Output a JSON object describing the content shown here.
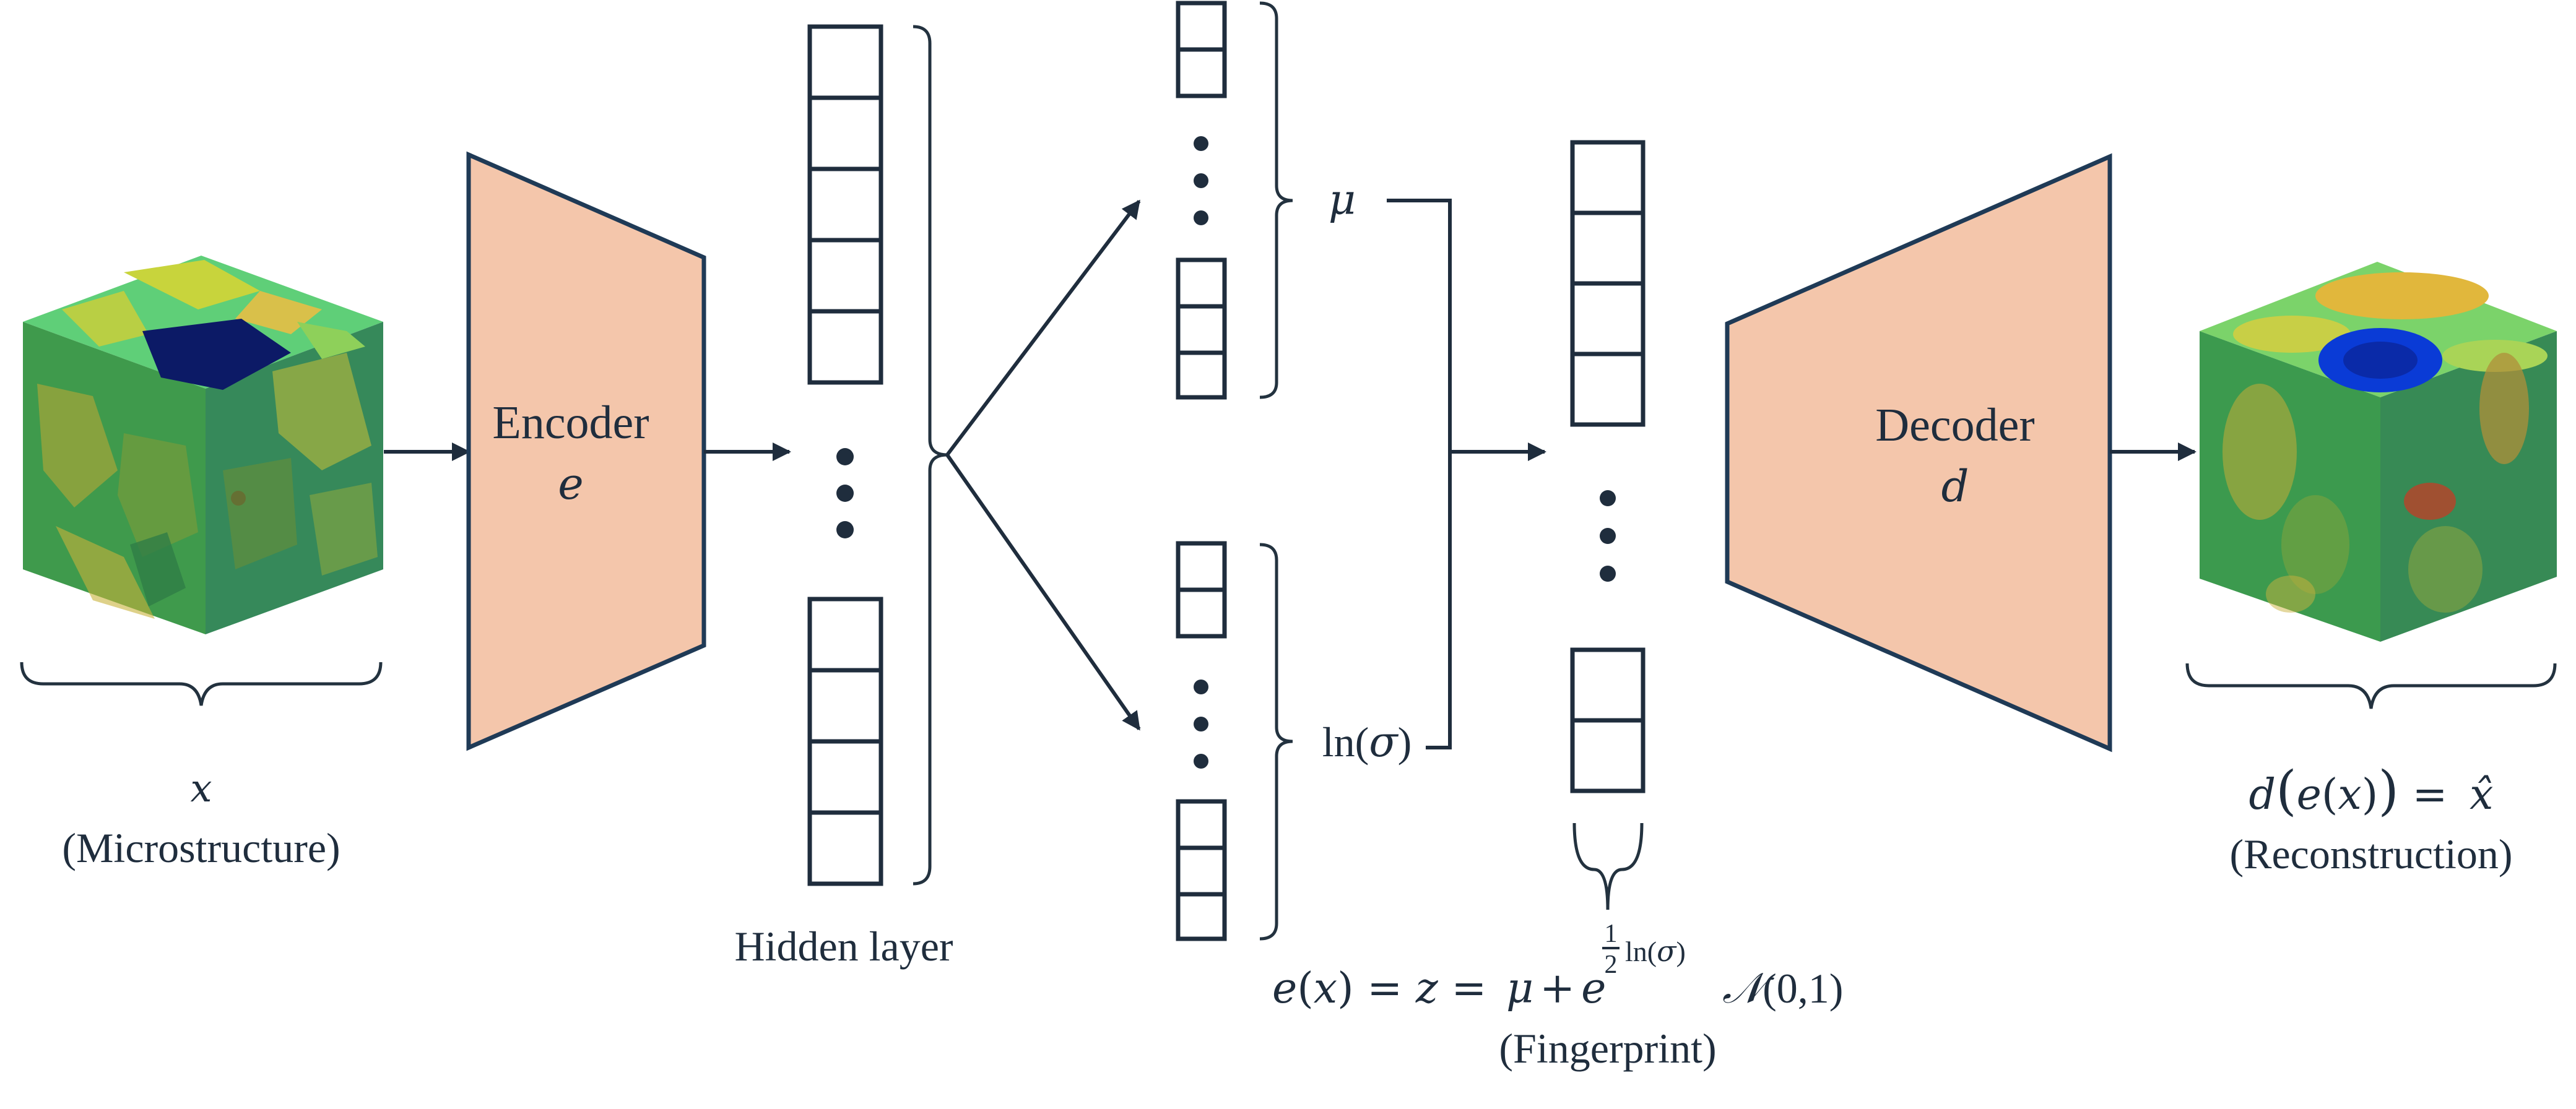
{
  "colors": {
    "line": "#1f2d3d",
    "encoder_fill": "#f4c6ab",
    "encoder_stroke": "#1f3a56",
    "cube_green": "#35a35a",
    "cube_yellow": "#d8d33a",
    "cube_navy": "#0c1a66",
    "cube_blue": "#0a3bd6"
  },
  "input": {
    "symbol": "x",
    "caption": "(Microstructure)"
  },
  "encoder": {
    "title": "Encoder",
    "symbol": "e"
  },
  "hidden": {
    "caption": "Hidden layer"
  },
  "latent": {
    "mu_label": "μ",
    "ln_prefix": "ln(",
    "ln_sigma": "σ",
    "ln_suffix": ")"
  },
  "fingerprint": {
    "eq_lhs_e": "e",
    "eq_lhs_x": "x",
    "eq_z": "z",
    "eq_mu": "μ",
    "eq_plus": "+",
    "eq_base": "e",
    "eq_frac_num": "1",
    "eq_frac_den": "2",
    "eq_exp_ln": "ln(",
    "eq_exp_sigma": "σ",
    "eq_exp_close": ")",
    "eq_normal": "𝒩",
    "eq_normal_args": "(0,1)",
    "caption": "(Fingerprint)"
  },
  "decoder": {
    "title": "Decoder",
    "symbol": "d"
  },
  "output": {
    "eq_d": "d",
    "eq_e": "e",
    "eq_x": "x",
    "eq_hat": "x̂",
    "caption": "(Reconstruction)"
  }
}
